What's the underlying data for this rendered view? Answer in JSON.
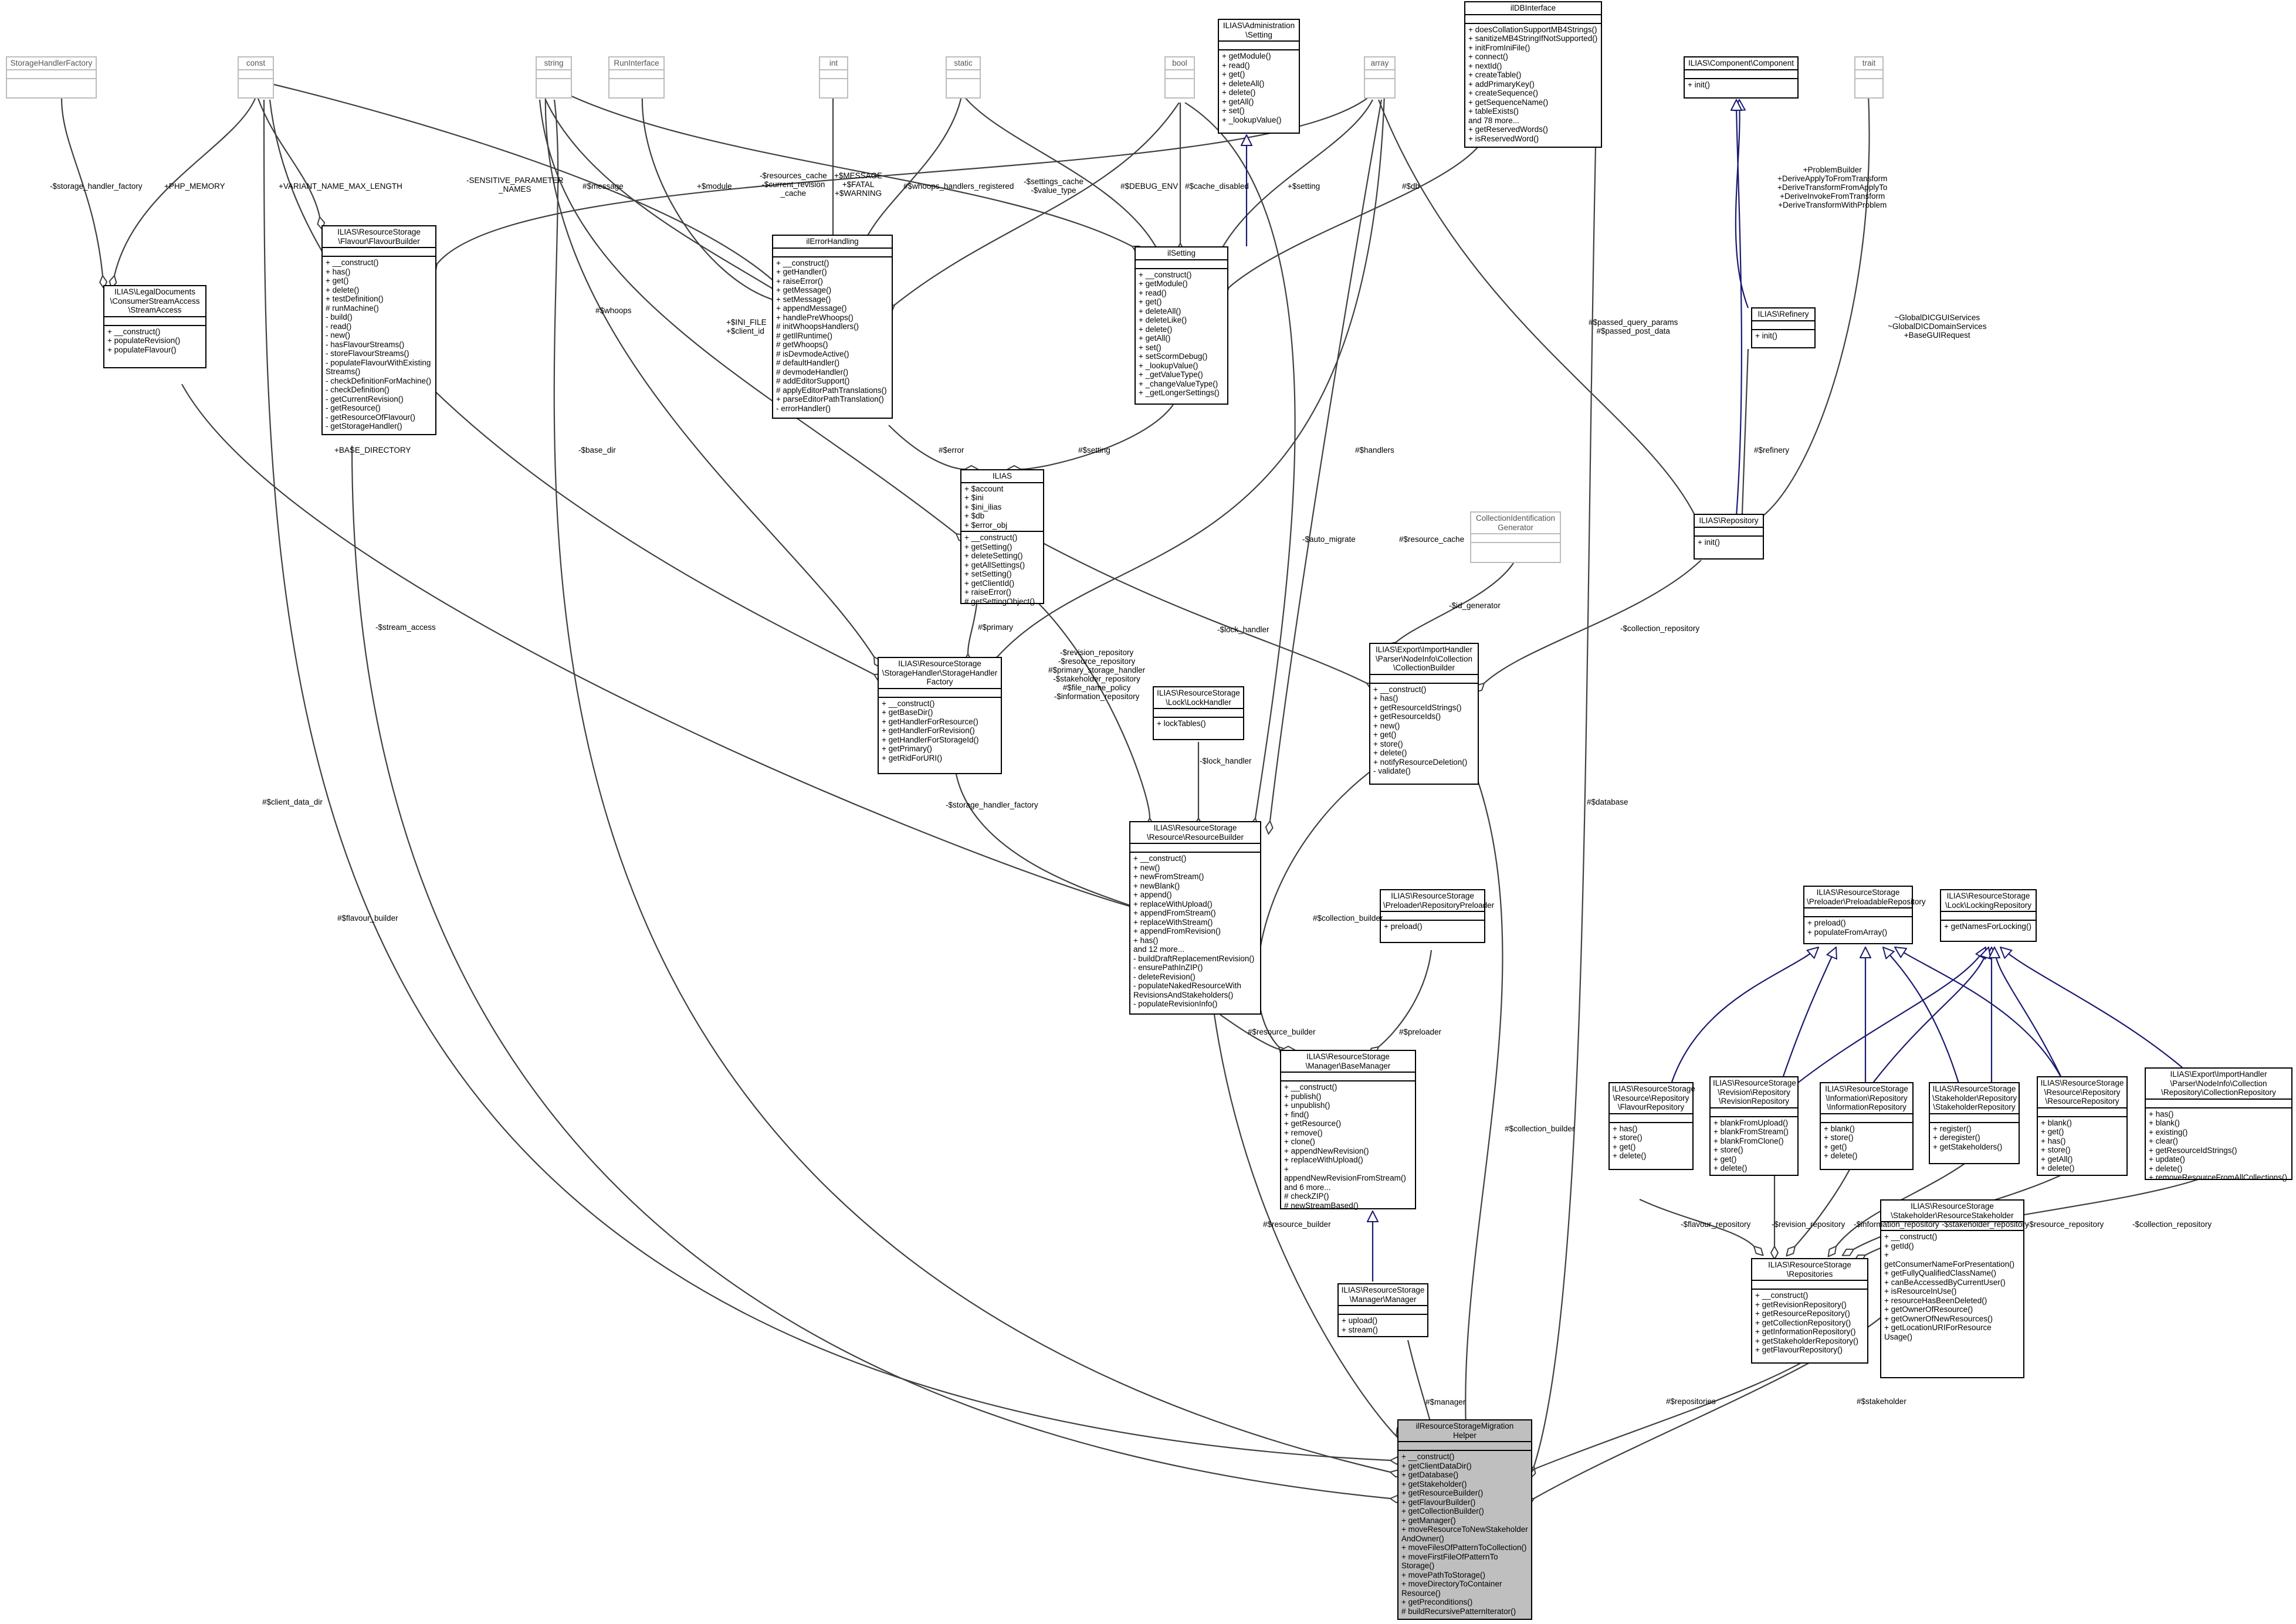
{
  "diagram": {
    "type": "collaboration-diagram",
    "edge_color": "#404040",
    "inherit_color": "#191970",
    "focus_fill": "#bfbfbf"
  },
  "nodes": {
    "shfactory": {
      "title": "StorageHandlerFactory",
      "attrs": "",
      "ops": ""
    },
    "const": {
      "title": "const",
      "attrs": "",
      "ops": ""
    },
    "string": {
      "title": "string",
      "attrs": "",
      "ops": ""
    },
    "runiface": {
      "title": "RunInterface",
      "attrs": "",
      "ops": ""
    },
    "int": {
      "title": "int",
      "attrs": "",
      "ops": ""
    },
    "static": {
      "title": "static",
      "attrs": "",
      "ops": ""
    },
    "bool": {
      "title": "bool",
      "attrs": "",
      "ops": ""
    },
    "adminsetting": {
      "title": "ILIAS\\Administration\n\\Setting",
      "attrs": "",
      "ops": "+ getModule()\n+ read()\n+ get()\n+ deleteAll()\n+ delete()\n+ getAll()\n+ set()\n+ _lookupValue()"
    },
    "array": {
      "title": "array",
      "attrs": "",
      "ops": ""
    },
    "dbiface": {
      "title": "ilDBInterface",
      "attrs": "",
      "ops": "+ doesCollationSupportMB4Strings()\n+ sanitizeMB4StringIfNotSupported()\n+ initFromIniFile()\n+ connect()\n+ nextId()\n+ createTable()\n+ addPrimaryKey()\n+ createSequence()\n+ getSequenceName()\n+ tableExists()\nand 78 more...\n+ getReservedWords()\n+ isReservedWord()"
    },
    "component": {
      "title": "ILIAS\\Component\\Component",
      "attrs": "",
      "ops": "+ init()"
    },
    "trait": {
      "title": "trait",
      "attrs": "",
      "ops": ""
    },
    "streamaccess": {
      "title": "ILIAS\\LegalDocuments\n\\ConsumerStreamAccess\n\\StreamAccess",
      "attrs": "",
      "ops": "+ __construct()\n+ populateRevision()\n+ populateFlavour()"
    },
    "flavourbuilder": {
      "title": "ILIAS\\ResourceStorage\n\\Flavour\\FlavourBuilder",
      "attrs": "",
      "ops": "+ __construct()\n+ has()\n+ get()\n+ delete()\n+ testDefinition()\n# runMachine()\n- build()\n- read()\n- new()\n- hasFlavourStreams()\n- storeFlavourStreams()\n- populateFlavourWithExisting\nStreams()\n- checkDefinitionForMachine()\n- checkDefinition()\n- getCurrentRevision()\n- getResource()\n- getResourceOfFlavour()\n- getStorageHandler()"
    },
    "errorhandling": {
      "title": "ilErrorHandling",
      "attrs": "",
      "ops": "+ __construct()\n+ getHandler()\n+ raiseError()\n+ getMessage()\n+ setMessage()\n+ appendMessage()\n+ handlePreWhoops()\n# initWhoopsHandlers()\n# getIlRuntime()\n# getWhoops()\n# isDevmodeActive()\n# defaultHandler()\n# devmodeHandler()\n# addEditorSupport()\n# applyEditorPathTranslations()\n+ parseEditorPathTranslation()\n- errorHandler()"
    },
    "ilsetting": {
      "title": "ilSetting",
      "attrs": "",
      "ops": "+ __construct()\n+ getModule()\n+ read()\n+ get()\n+ deleteAll()\n+ deleteLike()\n+ delete()\n+ getAll()\n+ set()\n+ setScormDebug()\n+ _lookupValue()\n+ _getValueType()\n+ _changeValueType()\n+ _getLongerSettings()"
    },
    "refinery": {
      "title": "ILIAS\\Refinery",
      "attrs": "",
      "ops": "+ init()"
    },
    "ilias": {
      "title": "ILIAS",
      "attrs": "+ $account\n+ $ini\n+ $ini_ilias\n+ $db\n+ $error_obj",
      "ops": "+ __construct()\n+ getSetting()\n+ deleteSetting()\n+ getAllSettings()\n+ setSetting()\n+ getClientId()\n+ raiseError()\n# getSettingObject()"
    },
    "repository": {
      "title": "ILIAS\\Repository",
      "attrs": "",
      "ops": "+ init()"
    },
    "collidgen": {
      "title": "CollectionIdentification\nGenerator",
      "attrs": "",
      "ops": ""
    },
    "shfactory2": {
      "title": "ILIAS\\ResourceStorage\n\\StorageHandler\\StorageHandler\nFactory",
      "attrs": "",
      "ops": "+ __construct()\n+ getBaseDir()\n+ getHandlerForResource()\n+ getHandlerForRevision()\n+ getHandlerForStorageId()\n+ getPrimary()\n+ getRidForURI()"
    },
    "lockhandler": {
      "title": "ILIAS\\ResourceStorage\n\\Lock\\LockHandler",
      "attrs": "",
      "ops": "+ lockTables()"
    },
    "collbuilder": {
      "title": "ILIAS\\Export\\ImportHandler\n\\Parser\\NodeInfo\\Collection\n\\CollectionBuilder",
      "attrs": "",
      "ops": "+ __construct()\n+ has()\n+ getResourceIdStrings()\n+ getResourceIds()\n+ new()\n+ get()\n+ store()\n+ delete()\n+ notifyResourceDeletion()\n- validate()"
    },
    "resbuilder": {
      "title": "ILIAS\\ResourceStorage\n\\Resource\\ResourceBuilder",
      "attrs": "",
      "ops": "+ __construct()\n+ new()\n+ newFromStream()\n+ newBlank()\n+ append()\n+ replaceWithUpload()\n+ appendFromStream()\n+ replaceWithStream()\n+ appendFromRevision()\n+ has()\nand 12 more...\n- buildDraftReplacementRevision()\n- ensurePathInZIP()\n- deleteRevision()\n- populateNakedResourceWith\nRevisionsAndStakeholders()\n- populateRevisionInfo()"
    },
    "preloader": {
      "title": "ILIAS\\ResourceStorage\n\\Preloader\\RepositoryPreloader",
      "attrs": "",
      "ops": "+ preload()"
    },
    "preloadable": {
      "title": "ILIAS\\ResourceStorage\n\\Preloader\\PreloadableRepository",
      "attrs": "",
      "ops": "+ preload()\n+ populateFromArray()"
    },
    "lockingrepo": {
      "title": "ILIAS\\ResourceStorage\n\\Lock\\LockingRepository",
      "attrs": "",
      "ops": "+ getNamesForLocking()"
    },
    "basemanager": {
      "title": "ILIAS\\ResourceStorage\n\\Manager\\BaseManager",
      "attrs": "",
      "ops": "+ __construct()\n+ publish()\n+ unpublish()\n+ find()\n+ getResource()\n+ remove()\n+ clone()\n+ appendNewRevision()\n+ replaceWithUpload()\n+ appendNewRevisionFromStream()\nand 6 more...\n# checkZIP()\n# newStreamBased()"
    },
    "flavourrepo": {
      "title": "ILIAS\\ResourceStorage\n\\Resource\\Repository\n\\FlavourRepository",
      "attrs": "",
      "ops": "+ has()\n+ store()\n+ get()\n+ delete()"
    },
    "revisionrepo": {
      "title": "ILIAS\\ResourceStorage\n\\Revision\\Repository\n\\RevisionRepository",
      "attrs": "",
      "ops": "+ blankFromUpload()\n+ blankFromStream()\n+ blankFromClone()\n+ store()\n+ get()\n+ delete()"
    },
    "inforepo": {
      "title": "ILIAS\\ResourceStorage\n\\Information\\Repository\n\\InformationRepository",
      "attrs": "",
      "ops": "+ blank()\n+ store()\n+ get()\n+ delete()"
    },
    "stakeholderrepo": {
      "title": "ILIAS\\ResourceStorage\n\\Stakeholder\\Repository\n\\StakeholderRepository",
      "attrs": "",
      "ops": "+ register()\n+ deregister()\n+ getStakeholders()"
    },
    "resourcerepo": {
      "title": "ILIAS\\ResourceStorage\n\\Resource\\Repository\n\\ResourceRepository",
      "attrs": "",
      "ops": "+ blank()\n+ get()\n+ has()\n+ store()\n+ getAll()\n+ delete()"
    },
    "collrepo": {
      "title": "ILIAS\\Export\\ImportHandler\n\\Parser\\NodeInfo\\Collection\n\\Repository\\CollectionRepository",
      "attrs": "",
      "ops": "+ has()\n+ blank()\n+ existing()\n+ clear()\n+ getResourceIdStrings()\n+ update()\n+ delete()\n+ removeResourceFromAllCollections()"
    },
    "manager": {
      "title": "ILIAS\\ResourceStorage\n\\Manager\\Manager",
      "attrs": "",
      "ops": "+ upload()\n+ stream()"
    },
    "repositories": {
      "title": "ILIAS\\ResourceStorage\n\\Repositories",
      "attrs": "",
      "ops": "+ __construct()\n+ getRevisionRepository()\n+ getResourceRepository()\n+ getCollectionRepository()\n+ getInformationRepository()\n+ getStakeholderRepository()\n+ getFlavourRepository()"
    },
    "resstakeholder": {
      "title": "ILIAS\\ResourceStorage\n\\Stakeholder\\ResourceStakeholder",
      "attrs": "",
      "ops": "+ __construct()\n+ getId()\n+ getConsumerNameForPresentation()\n+ getFullyQualifiedClassName()\n+ canBeAccessedByCurrentUser()\n+ isResourceInUse()\n+ resourceHasBeenDeleted()\n+ getOwnerOfResource()\n+ getOwnerOfNewResources()\n+ getLocationURIForResource\nUsage()"
    },
    "helper": {
      "title": "ilResourceStorageMigration\nHelper",
      "attrs": "",
      "ops": "+ __construct()\n+ getClientDataDir()\n+ getDatabase()\n+ getStakeholder()\n+ getResourceBuilder()\n+ getFlavourBuilder()\n+ getCollectionBuilder()\n+ getManager()\n+ moveResourceToNewStakeholder\nAndOwner()\n+ moveFilesOfPatternToCollection()\n+ moveFirstFileOfPatternTo\nStorage()\n+ movePathToStorage()\n+ moveDirectoryToContainer\nResource()\n+ getPreconditions()\n# buildRecursivePatternIterator()"
    }
  },
  "edge_labels": {
    "storage_handler_factory": "-$storage_handler_factory",
    "php_memory": "+PHP_MEMORY",
    "variant_name": "+VARIANT_NAME_MAX_LENGTH",
    "sensitive": "-SENSITIVE_PARAMETER\n_NAMES",
    "message": "#$message",
    "module": "+$module",
    "resources_cache": "-$resources_cache\n-$current_revision\n_cache",
    "fatal": "+$MESSAGE\n+$FATAL\n+$WARNING",
    "whoops": "#$whoops",
    "whoops_registered": "#$whoops_handlers_registered",
    "settings_cache": "-$settings_cache\n-$value_type",
    "debug_env": "#$DEBUG_ENV",
    "cache_disabled": "#$cache_disabled",
    "setting_assoc": "+$setting",
    "db": "#$db",
    "refinery_methods": "+ProblemBuilder\n+DeriveApplyToFromTransform\n+DeriveTransformFromApplyTo\n+DeriveInvokeFromTransform\n+DeriveTransformWithProblem",
    "passed_query": "#$passed_query_params\n#$passed_post_data",
    "global_services": "~GlobalDICGUIServices\n~GlobalDICDomainServices\n+BaseGUIRequest",
    "ini_file": "+$INI_FILE\n+$client_id",
    "base_dir": "-$base_dir",
    "base_directory": "+BASE_DIRECTORY",
    "error": "#$error",
    "setting_ilias": "#$setting",
    "refinery_assoc": "#$refinery",
    "handlers": "#$handlers",
    "auto_migrate": "-$auto_migrate",
    "resource_cache": "#$resource_cache",
    "id_generator": "-$id_generator",
    "lock_handler": "-$lock_handler",
    "collection_repository": "-$collection_repository",
    "primary": "#$primary",
    "stream_access": "-$stream_access",
    "revision_repos": "-$revision_repository\n-$resource_repository\n#$primary_storage_handler\n-$stakeholder_repository\n#$file_name_policy\n-$information_repository",
    "lock_handler2": "-$lock_handler",
    "storage_handler_factory2": "-$storage_handler_factory",
    "database": "#$database",
    "client_data_dir": "#$client_data_dir",
    "flavour_builder": "#$flavour_builder",
    "collection_builder": "#$collection_builder",
    "preloader": "#$preloader",
    "resource_builder": "#$resource_builder",
    "collection_builder2": "#$collection_builder",
    "resource_builder2": "#$resource_builder",
    "manager": "#$manager",
    "flavour_repository": "-$flavour_repository",
    "revision_repository": "-$revision_repository",
    "information_repository": "-$information_repository",
    "stakeholder_repository": "-$stakeholder_repository",
    "resource_repository": "-$resource_repository",
    "collection_repository2": "-$collection_repository",
    "repositories": "#$repositories",
    "stakeholder": "#$stakeholder"
  }
}
